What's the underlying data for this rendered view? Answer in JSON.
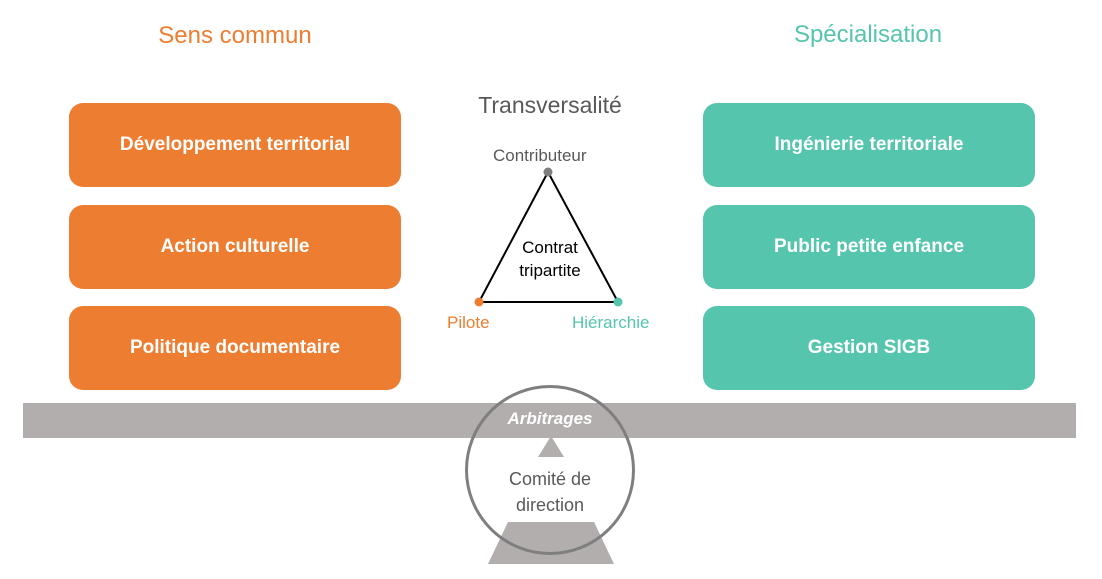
{
  "left": {
    "title": "Sens commun",
    "color": "#ed7d31",
    "items": [
      "Développement territorial",
      "Action culturelle",
      "Politique documentaire"
    ]
  },
  "right": {
    "title": "Spécialisation",
    "color": "#56c5ad",
    "items": [
      "Ingénierie territoriale",
      "Public petite enfance",
      "Gestion SIGB"
    ]
  },
  "center": {
    "title": "Transversalité",
    "triangle": {
      "top": "Contributeur",
      "left": "Pilote",
      "right": "Hiérarchie",
      "center_line1": "Contrat",
      "center_line2": "tripartite"
    }
  },
  "balance": {
    "beam_label": "Arbitrages",
    "fulcrum_line1": "Comité de",
    "fulcrum_line2": "direction",
    "color": "#b3aeae"
  }
}
